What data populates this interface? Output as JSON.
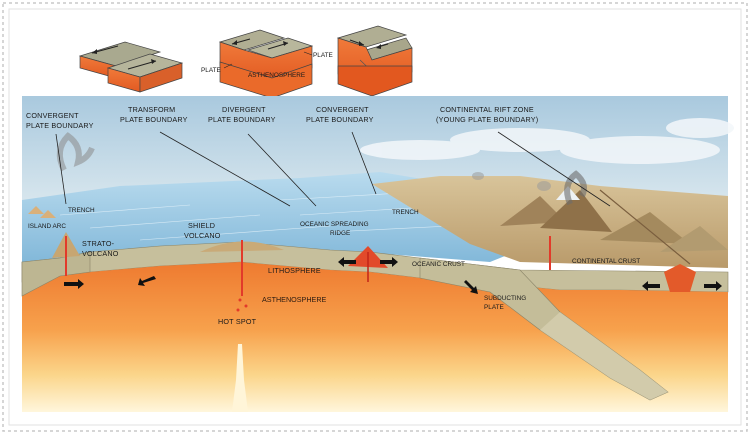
{
  "top_blocks": {
    "plate_left": "PLATE",
    "plate_right": "PLATE",
    "asthenosphere": "ASTHENOSPHERE"
  },
  "callouts": {
    "convergent_left": [
      "CONVERGENT",
      "PLATE BOUNDARY"
    ],
    "transform": [
      "TRANSFORM",
      "PLATE BOUNDARY"
    ],
    "divergent": [
      "DIVERGENT",
      "PLATE BOUNDARY"
    ],
    "convergent_mid": [
      "CONVERGENT",
      "PLATE BOUNDARY"
    ],
    "rift": [
      "CONTINENTAL RIFT ZONE",
      "(YOUNG PLATE BOUNDARY)"
    ]
  },
  "labels": {
    "trench_left": "TRENCH",
    "island_arc": "ISLAND ARC",
    "strato_volcano": [
      "STRATO-",
      "VOLCANO"
    ],
    "shield_volcano": [
      "SHIELD",
      "VOLCANO"
    ],
    "ridge": [
      "OCEANIC SPREADING",
      "RIDGE"
    ],
    "trench_right": "TRENCH",
    "lithosphere": "LITHOSPHERE",
    "oceanic_crust": "OCEANIC CRUST",
    "continental_crust": "CONTINENTAL CRUST",
    "asthenosphere": "ASTHENOSPHERE",
    "hot_spot": "HOT SPOT",
    "subducting_plate": [
      "SUBDUCTING",
      "PLATE"
    ]
  },
  "colors": {
    "sky": "#bcd7e6",
    "ocean": "#9ccbe6",
    "lithosphere": "#c6bf9c",
    "asthenosphere": "#f08a3a",
    "magma": "#e23a2a",
    "land": "#c9b48a"
  }
}
